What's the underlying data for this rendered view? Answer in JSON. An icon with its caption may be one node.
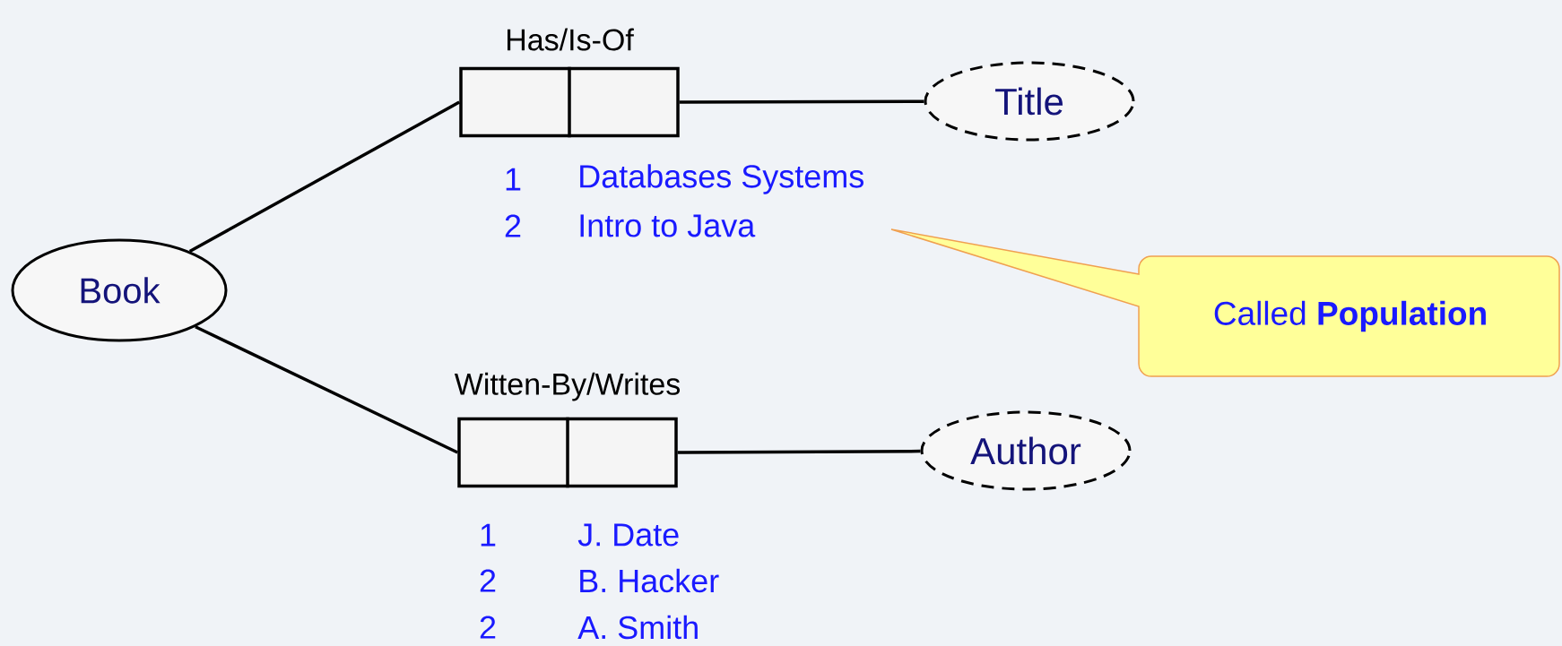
{
  "diagram": {
    "nodes": [
      {
        "text": [
          "Book"
        ]
      },
      {
        "text": [
          "Has/Is-Of"
        ]
      },
      {
        "text": [
          "Title"
        ]
      },
      {
        "text": [
          "Witten-By/Writes"
        ]
      },
      {
        "text": [
          "Author"
        ]
      },
      {
        "text": [
          "Called **Population**"
        ]
      }
    ],
    "edges": [
      {
        "from": 0,
        "to": 1,
        "arrow": "none"
      },
      {
        "from": 1,
        "to": 2,
        "arrow": "none"
      },
      {
        "from": 0,
        "to": 3,
        "arrow": "none"
      },
      {
        "from": 3,
        "to": 4,
        "arrow": "none"
      }
    ],
    "labels": [
      "1",
      "Databases Systems",
      "2",
      "Intro to Java",
      "1",
      "J. Date",
      "2",
      "B. Hacker",
      "2",
      "A. Smith"
    ]
  }
}
